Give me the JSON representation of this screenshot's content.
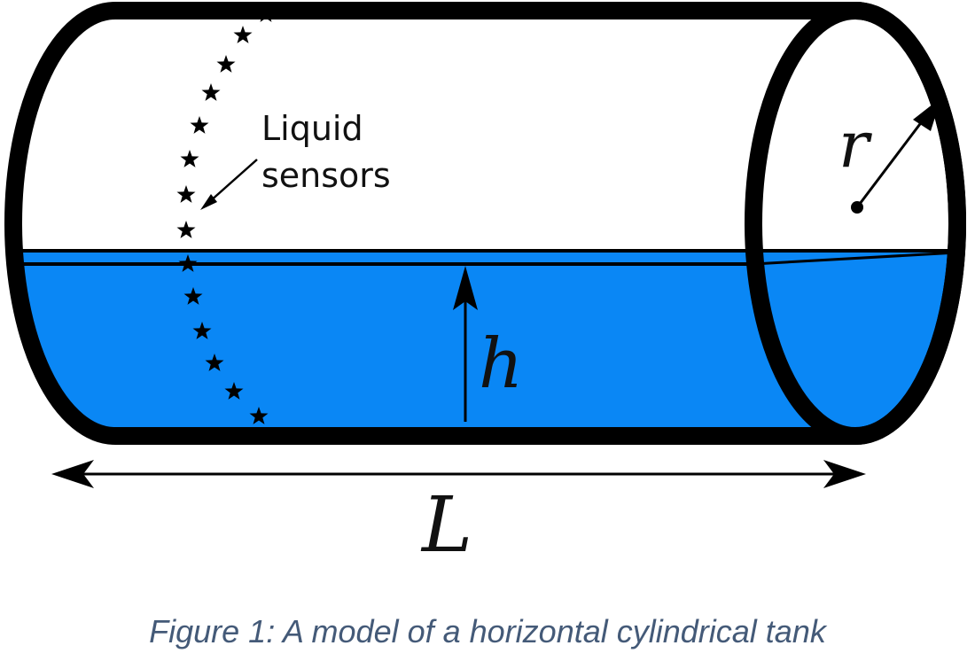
{
  "diagram": {
    "sensor_label_line1": "Liquid",
    "sensor_label_line2": "sensors",
    "radius_label": "r",
    "height_label": "h",
    "length_label": "L"
  },
  "caption": "Figure 1: A model of a horizontal cylindrical tank",
  "colors": {
    "liquid": "#0a87f5",
    "outline": "#000000",
    "caption": "#445a78"
  }
}
